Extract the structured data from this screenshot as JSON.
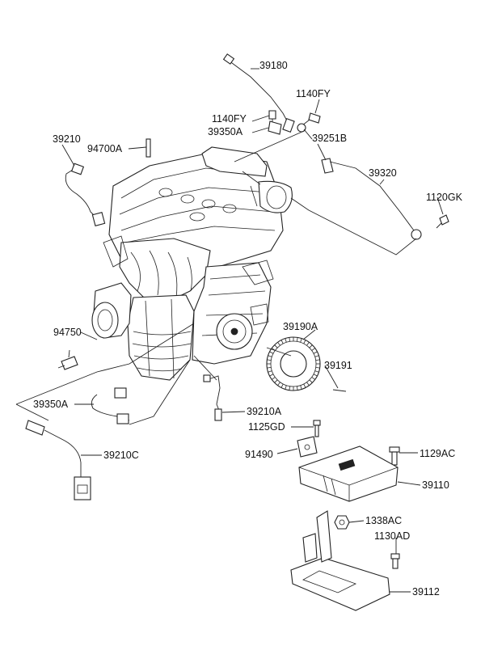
{
  "part_labels": [
    {
      "id": "39180",
      "text": "39180"
    },
    {
      "id": "1140FY_a",
      "text": "1140FY"
    },
    {
      "id": "1140FY_b",
      "text": "1140FY"
    },
    {
      "id": "39350A_a",
      "text": "39350A"
    },
    {
      "id": "39251B",
      "text": "39251B"
    },
    {
      "id": "39210",
      "text": "39210"
    },
    {
      "id": "94700A",
      "text": "94700A"
    },
    {
      "id": "39320",
      "text": "39320"
    },
    {
      "id": "1120GK",
      "text": "1120GK"
    },
    {
      "id": "39190A",
      "text": "39190A"
    },
    {
      "id": "94750",
      "text": "94750"
    },
    {
      "id": "39191",
      "text": "39191"
    },
    {
      "id": "39350A_b",
      "text": "39350A"
    },
    {
      "id": "39210A",
      "text": "39210A"
    },
    {
      "id": "1125GD",
      "text": "1125GD"
    },
    {
      "id": "91490",
      "text": "91490"
    },
    {
      "id": "1129AC",
      "text": "1129AC"
    },
    {
      "id": "39210C",
      "text": "39210C"
    },
    {
      "id": "39110",
      "text": "39110"
    },
    {
      "id": "1338AC",
      "text": "1338AC"
    },
    {
      "id": "1130AD",
      "text": "1130AD"
    },
    {
      "id": "39112",
      "text": "39112"
    }
  ]
}
